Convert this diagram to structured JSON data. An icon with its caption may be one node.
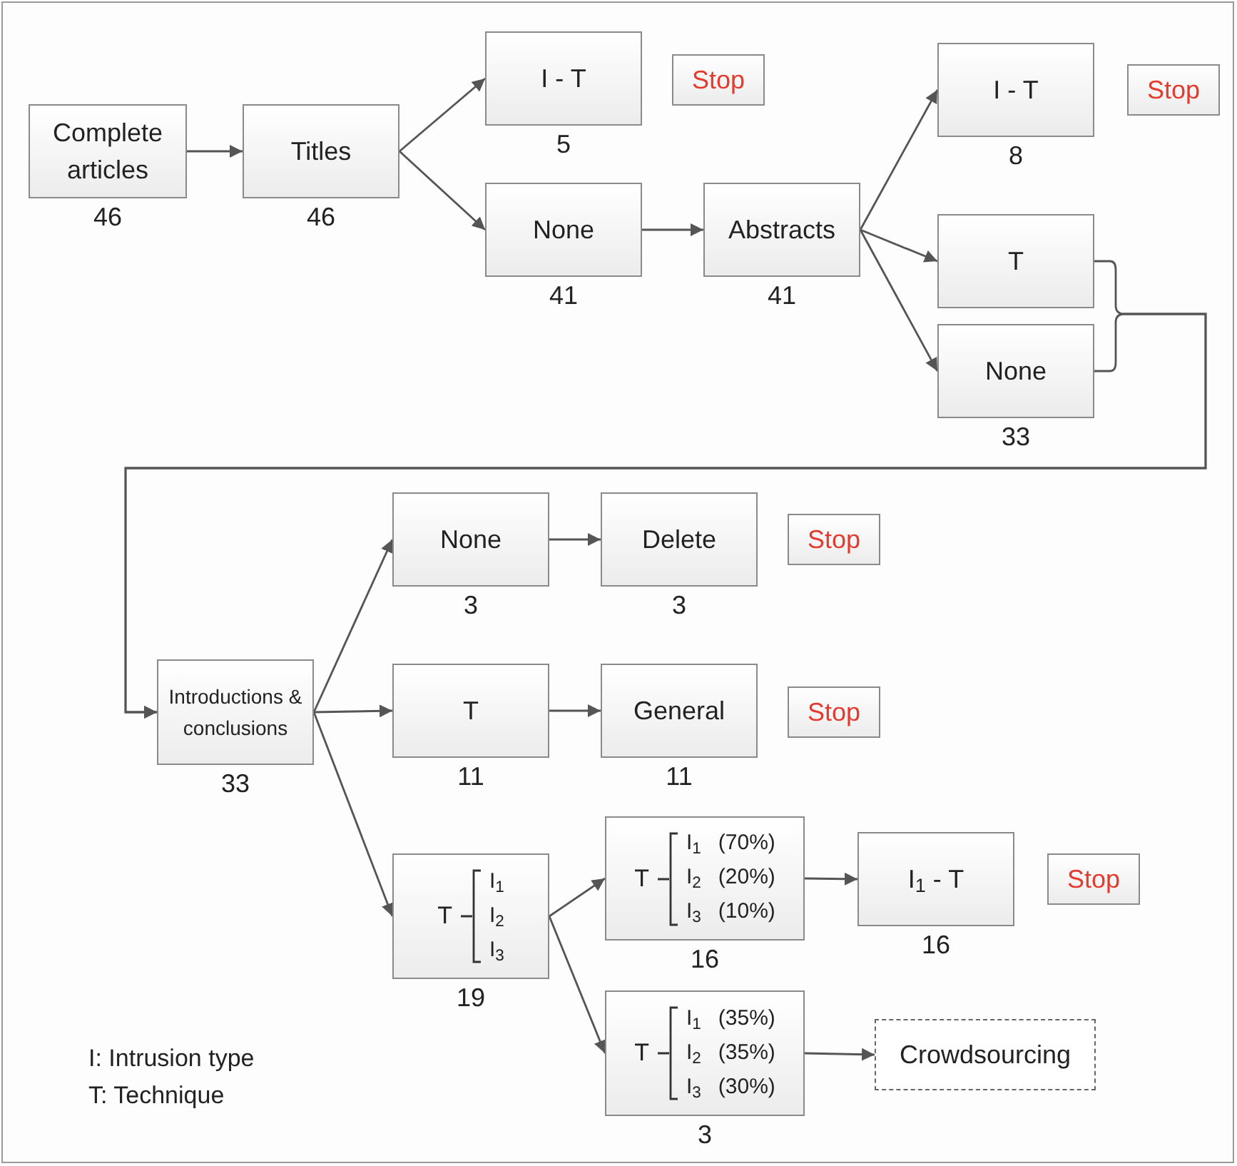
{
  "diagram": {
    "nodes": [
      {
        "text": [
          "Complete articles"
        ],
        "beside": [
          "46"
        ]
      },
      {
        "text": [
          "Titles"
        ],
        "beside": [
          "46"
        ]
      },
      {
        "text": [
          "I - T"
        ],
        "beside": [
          "5"
        ]
      },
      {
        "text": [
          "Stop"
        ]
      },
      {
        "text": [
          "None"
        ],
        "beside": [
          "41"
        ]
      },
      {
        "text": [
          "Abstracts"
        ],
        "beside": [
          "41"
        ]
      },
      {
        "text": [
          "I - T"
        ],
        "beside": [
          "8"
        ]
      },
      {
        "text": [
          "Stop"
        ]
      },
      {
        "text": [
          "T"
        ]
      },
      {
        "text": [
          "None"
        ],
        "beside": [
          "33"
        ]
      },
      {
        "text": [
          "Introductions & conclusions"
        ],
        "beside": [
          "33"
        ]
      },
      {
        "text": [
          "None"
        ],
        "beside": [
          "3"
        ]
      },
      {
        "text": [
          "Delete"
        ],
        "beside": [
          "3"
        ]
      },
      {
        "text": [
          "Stop"
        ]
      },
      {
        "text": [
          "T"
        ],
        "beside": [
          "11"
        ]
      },
      {
        "text": [
          "General"
        ],
        "beside": [
          "11"
        ]
      },
      {
        "text": [
          "Stop"
        ]
      },
      {
        "text": [
          "T",
          "I$_{1}$",
          "I$_{2}$",
          "I$_{3}$"
        ],
        "beside": [
          "19"
        ]
      },
      {
        "text": [
          "T",
          "I$_{1}$",
          "(70%)",
          "I$_{2}$",
          "(20%)",
          "I$_{3}$",
          "(10%)"
        ],
        "beside": [
          "16"
        ]
      },
      {
        "text": [
          "I$_{1}$ - T"
        ],
        "beside": [
          "16"
        ]
      },
      {
        "text": [
          "Stop"
        ]
      },
      {
        "text": [
          "T",
          "I$_{1}$",
          "(35%)",
          "I$_{2}$",
          "(35%)",
          "I$_{3}$",
          "(30%)"
        ],
        "beside": [
          "3"
        ]
      },
      {
        "text": [
          "Crowdsourcing"
        ]
      }
    ],
    "edges": [
      {
        "from": 0,
        "to": 1,
        "arrow": "to"
      },
      {
        "from": 1,
        "to": 2,
        "arrow": "to"
      },
      {
        "from": 1,
        "to": 4,
        "arrow": "to"
      },
      {
        "from": 4,
        "to": 5,
        "arrow": "to"
      },
      {
        "from": 5,
        "to": 6,
        "arrow": "to"
      },
      {
        "from": 5,
        "to": 8,
        "arrow": "to"
      },
      {
        "from": 5,
        "to": 9,
        "arrow": "to"
      },
      {
        "from": 8,
        "to": 10,
        "arrow": "to"
      },
      {
        "from": 9,
        "to": 10,
        "arrow": "to"
      },
      {
        "from": 10,
        "to": 11,
        "arrow": "to"
      },
      {
        "from": 10,
        "to": 14,
        "arrow": "to"
      },
      {
        "from": 10,
        "to": 17,
        "arrow": "to"
      },
      {
        "from": 11,
        "to": 12,
        "arrow": "to"
      },
      {
        "from": 14,
        "to": 15,
        "arrow": "to"
      },
      {
        "from": 17,
        "to": 18,
        "arrow": "to"
      },
      {
        "from": 17,
        "to": 21,
        "arrow": "to"
      },
      {
        "from": 18,
        "to": 19,
        "arrow": "to"
      },
      {
        "from": 21,
        "to": 22,
        "arrow": "to"
      }
    ],
    "labels": [
      "I: Intrusion type",
      "T: Technique"
    ]
  }
}
